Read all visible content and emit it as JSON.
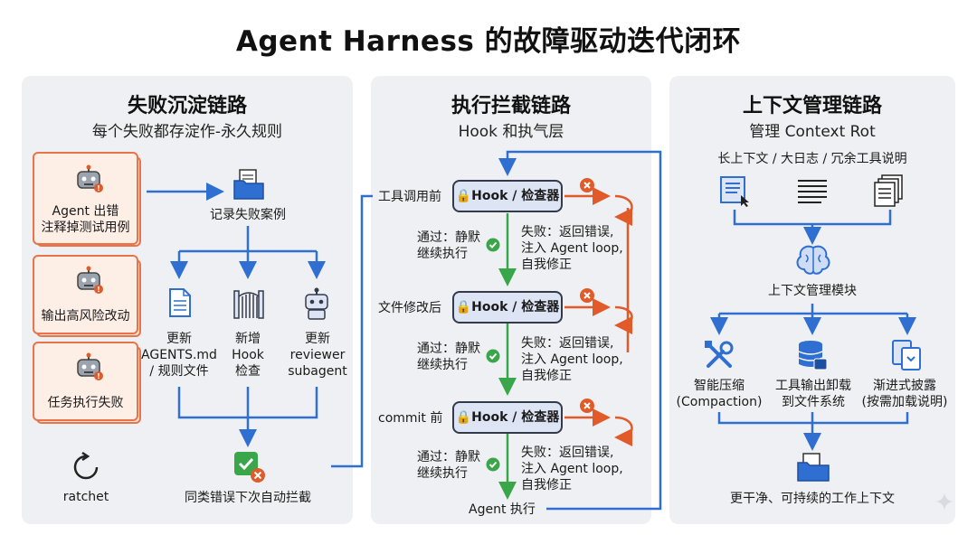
{
  "title": "Agent Harness 的故障驱动迭代闭环",
  "panels": {
    "failure": {
      "title": "失败沉淀链路",
      "subtitle": "每个失败都存淀作-永久规则",
      "cards": [
        {
          "label": "Agent 出错\n注释掉测试用例"
        },
        {
          "label": "输出高风险改动"
        },
        {
          "label": "任务执行失败"
        }
      ],
      "record_label": "记录失败案例",
      "branches": [
        {
          "label": "更新\nAGENTS.md\n/ 规则文件"
        },
        {
          "label": "新增\nHook\n检查"
        },
        {
          "label": "更新\nreviewer\nsubagent"
        }
      ],
      "ratchet_label": "ratchet",
      "result_label": "同类错误下次自动拦截"
    },
    "intercept": {
      "title": "执行拦截链路",
      "subtitle": "Hook 和执气层",
      "stages": [
        {
          "trigger": "工具调用前",
          "hook": "Hook / 检查器",
          "pass": "通过：静默\n继续执行",
          "fail": "失败：返回错误,\n注入 Agent loop,\n自我修正"
        },
        {
          "trigger": "文件修改后",
          "hook": "Hook / 检查器",
          "pass": "通过：静默\n继续执行",
          "fail": "失败：返回错误,\n注入 Agent loop,\n自我修正"
        },
        {
          "trigger": "commit 前",
          "hook": "Hook / 检查器",
          "pass": "通过：静默\n继续执行",
          "fail": "失败：返回错误,\n注入 Agent loop,\n自我修正"
        }
      ],
      "end_label": "Agent 执行"
    },
    "context": {
      "title": "上下文管理链路",
      "subtitle": "管理 Context Rot",
      "inputs_label": "长上下文 / 大日志 / 冗余工具说明",
      "module_label": "上下文管理模块",
      "strategies": [
        {
          "label": "智能压缩\n(Compaction)"
        },
        {
          "label": "工具输出卸载\n到文件系统"
        },
        {
          "label": "渐进式披露\n(按需加载说明)"
        }
      ],
      "result_label": "更干净、可持续的工作上下文"
    }
  },
  "colors": {
    "blue": "#2f6fd1",
    "orange": "#e05a2a",
    "green": "#3aa64a",
    "panel_bg": "#eef0f3"
  }
}
